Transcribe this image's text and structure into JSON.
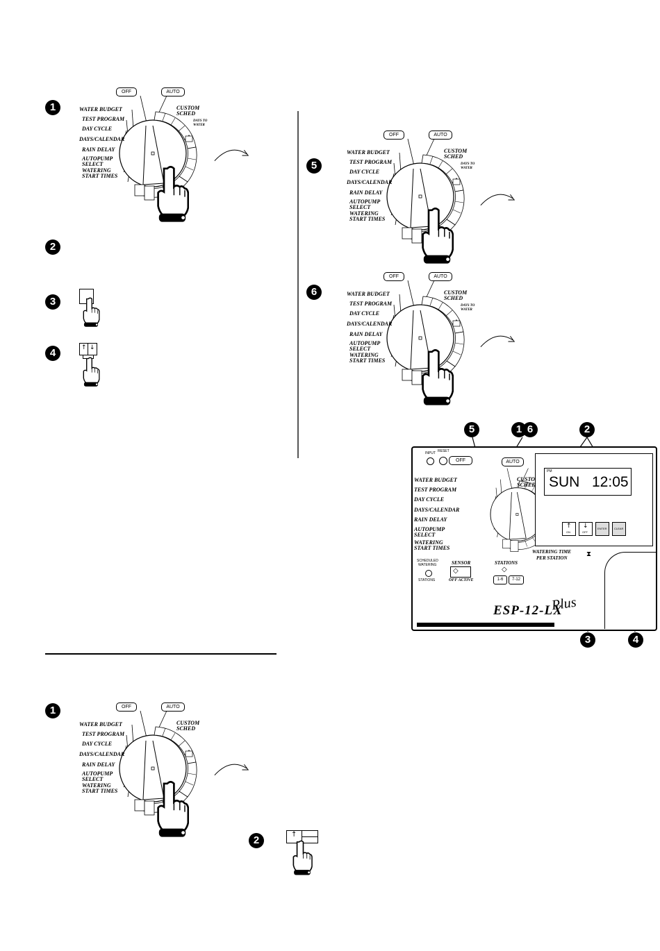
{
  "dial_labels": {
    "off": "OFF",
    "auto": "AUTO",
    "left": [
      "WATER BUDGET",
      "TEST PROGRAM",
      "DAY CYCLE",
      "DAYS/CALENDAR",
      "RAIN DELAY",
      "AUTOPUMP SELECT",
      "WATERING START TIMES"
    ],
    "right": [
      "CUSTOM SCHED",
      "DAYS TO WATER"
    ]
  },
  "steps_left": [
    "1",
    "2",
    "3",
    "4"
  ],
  "steps_right": [
    "5",
    "6"
  ],
  "callouts": {
    "c5": "5",
    "c16": "16",
    "c2": "2",
    "c3": "3",
    "c4": "4"
  },
  "controller": {
    "lcd_day": "SUN",
    "lcd_time": "12:05",
    "lcd_pm": "PM",
    "top_labels": [
      "INPUT",
      "RESET"
    ],
    "buttons": [
      "ON",
      "OFF",
      "ENTER",
      "CLEAR"
    ],
    "watering_time": "WATERING TIME",
    "per_station": "PER STATION",
    "sensor": "SENSOR",
    "off_active": "OFF  ACTIVE",
    "stations": "STATIONS",
    "station_ranges": [
      "1-6",
      "7-12"
    ],
    "model": "ESP-12-LX",
    "model_suffix": "Plus",
    "left_small": [
      "SCHEDULED",
      "WATERING",
      "STATIONS"
    ]
  },
  "bottom_steps": [
    "1",
    "2"
  ]
}
